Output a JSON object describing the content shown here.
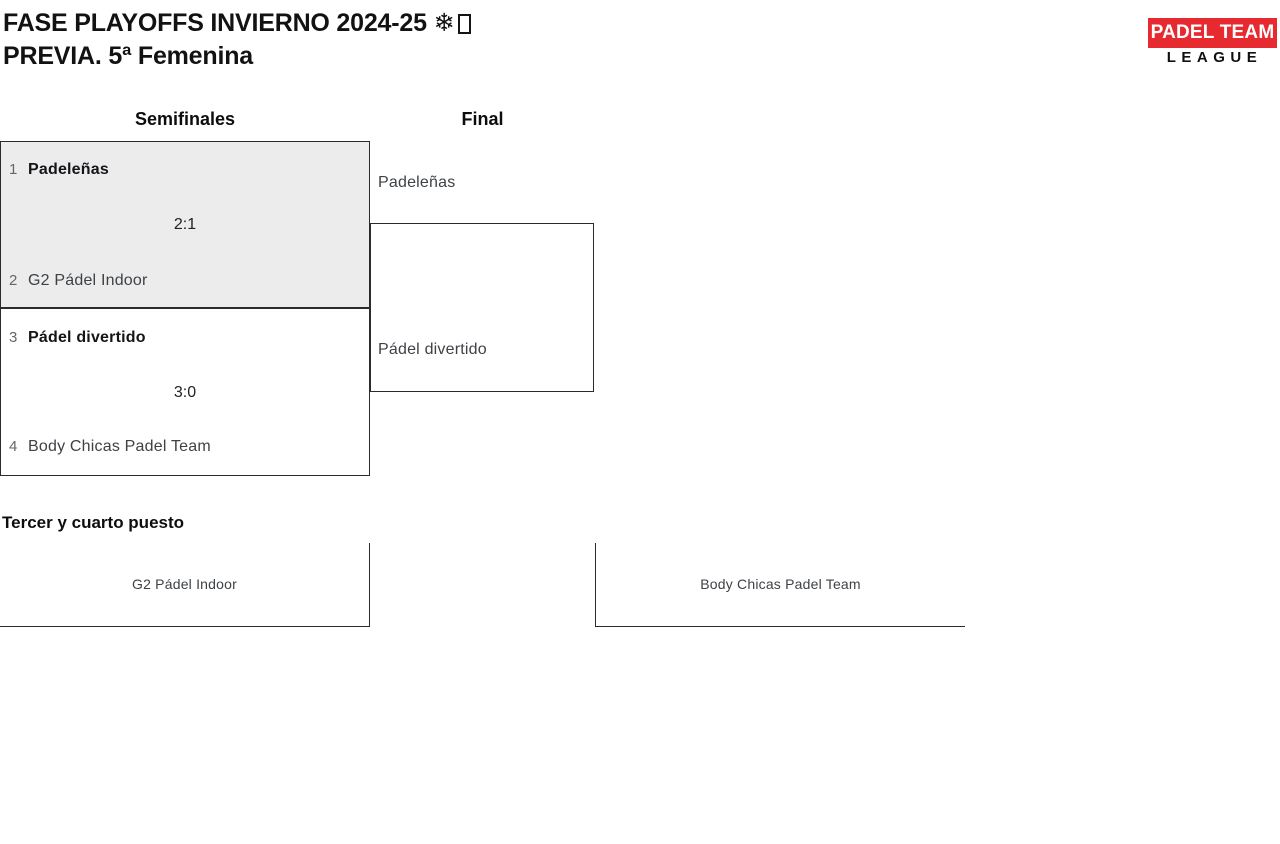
{
  "page": {
    "title_line1": "FASE PLAYOFFS INVIERNO 2024-25 ❄",
    "title_line2": "PREVIA. 5ª Femenina"
  },
  "logo": {
    "top_text": "PADEL TEAM",
    "bottom_text": "LEAGUE",
    "red_color": "#e62a2f"
  },
  "bracket": {
    "headers": {
      "semifinals": "Semifinales",
      "final": "Final"
    },
    "semifinals": [
      {
        "seed1": "1",
        "team1": "Padeleñas",
        "seed2": "2",
        "team2": "G2 Pádel Indoor",
        "score": "2:1",
        "winner": "team1",
        "highlight_bg": "#ececec"
      },
      {
        "seed1": "3",
        "team1": "Pádel divertido",
        "seed2": "4",
        "team2": "Body Chicas Padel Team",
        "score": "3:0",
        "winner": "team1",
        "highlight_bg": "#ffffff"
      }
    ],
    "final": {
      "team1": "Padeleñas",
      "team2": "Pádel divertido"
    }
  },
  "third_place": {
    "heading": "Tercer y cuarto puesto",
    "team1": "G2 Pádel Indoor",
    "team2": "Body Chicas Padel Team"
  }
}
